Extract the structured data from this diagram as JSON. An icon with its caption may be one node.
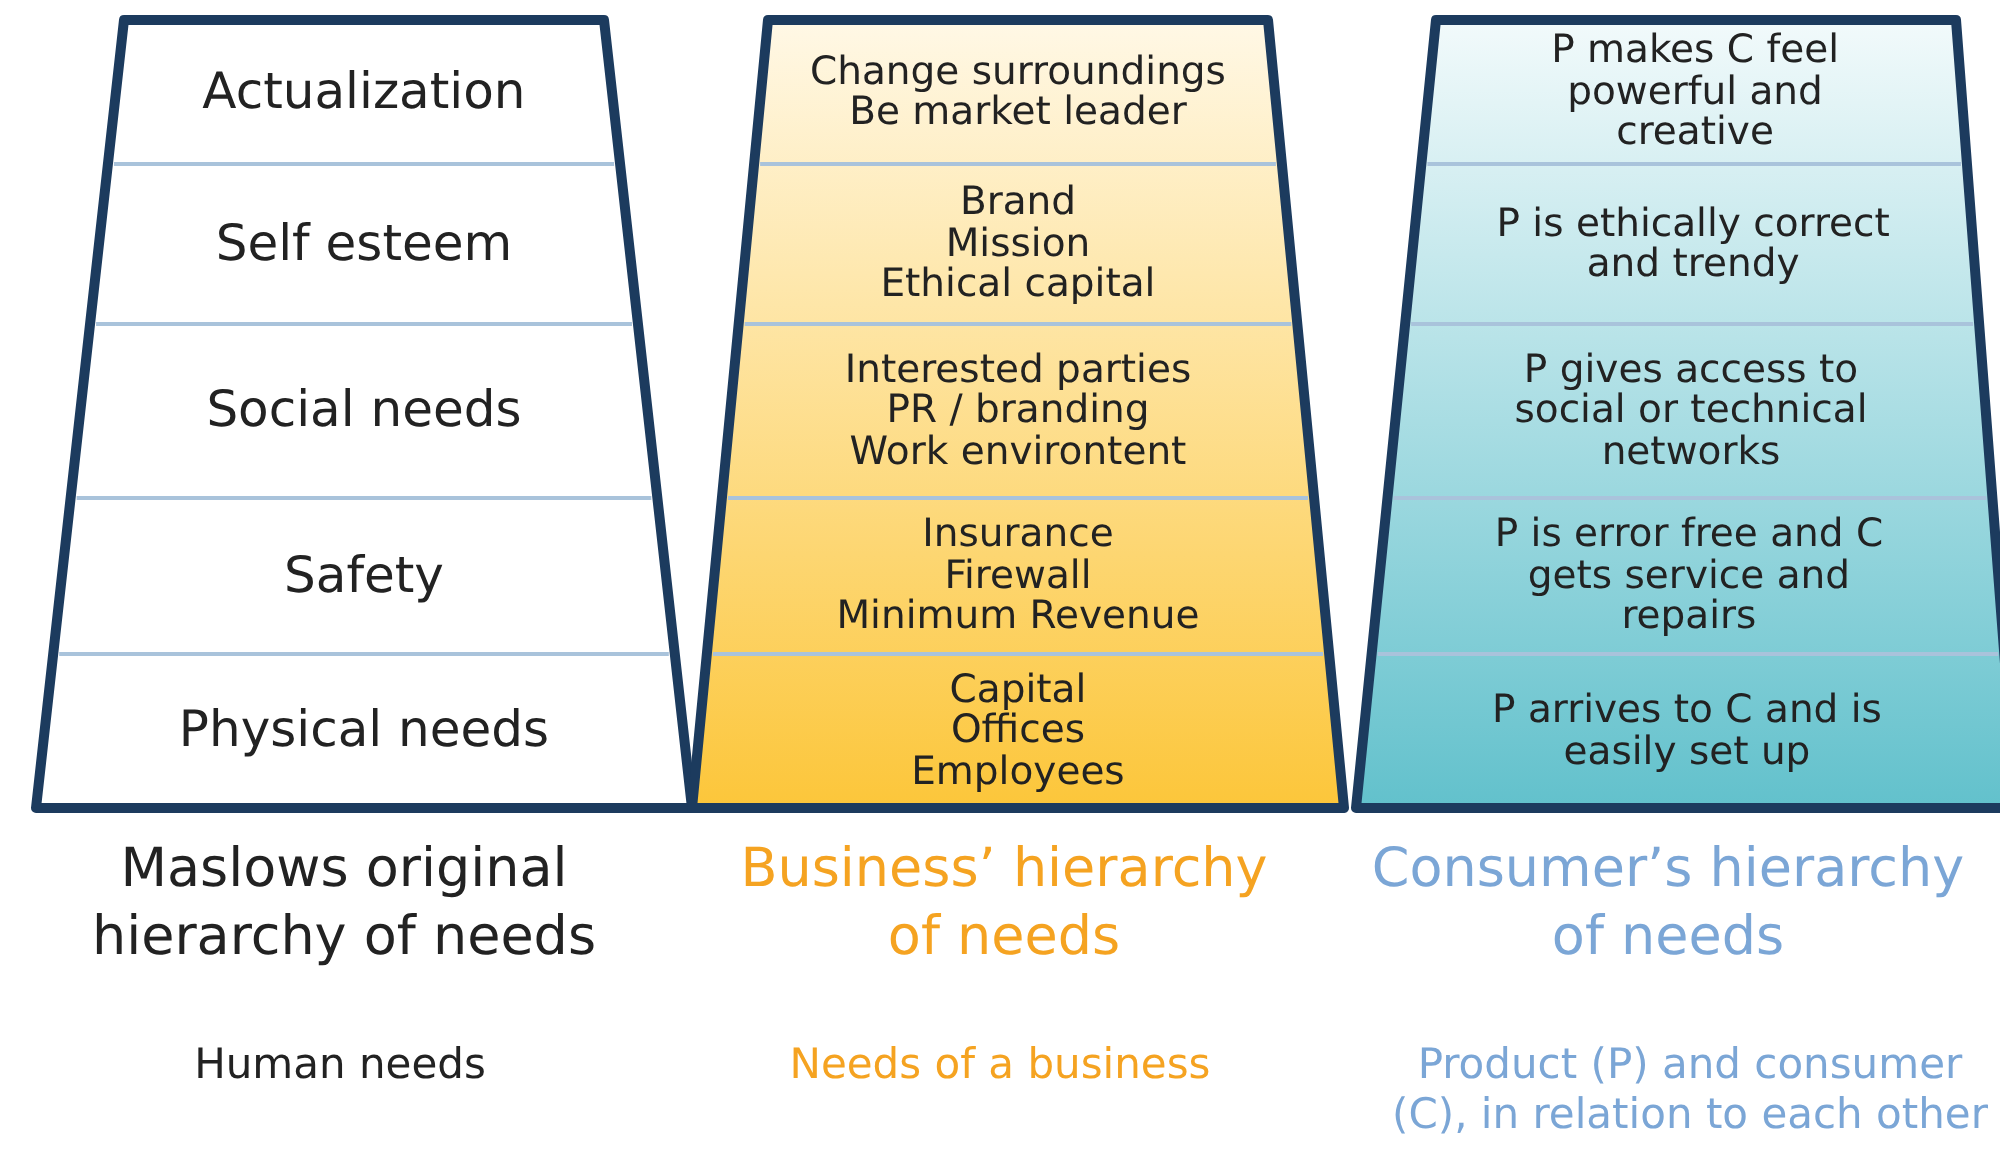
{
  "diagram": {
    "nodes": [
      {
        "text": [
          "Maslows original hierarchy of needs"
        ]
      },
      {
        "text": [
          "Actualization"
        ],
        "in": 0
      },
      {
        "text": [
          "Self esteem"
        ],
        "in": 0
      },
      {
        "text": [
          "Social needs"
        ],
        "in": 0
      },
      {
        "text": [
          "Safety"
        ],
        "in": 0
      },
      {
        "text": [
          "Physical needs"
        ],
        "in": 0
      },
      {
        "text": [
          "Business’ hierarchy of needs"
        ]
      },
      {
        "text": [
          "Change surroundings",
          "Be market leader"
        ],
        "in": 6
      },
      {
        "text": [
          "Brand",
          "Mission",
          "Ethical capital"
        ],
        "in": 6
      },
      {
        "text": [
          "Interested parties",
          "PR / branding",
          "Work environtent"
        ],
        "in": 6
      },
      {
        "text": [
          "Insurance",
          "Firewall",
          "Minimum Revenue"
        ],
        "in": 6
      },
      {
        "text": [
          "Capital",
          "Offices",
          "Employees"
        ],
        "in": 6
      },
      {
        "text": [
          "Consumer’s hierarchy of needs"
        ]
      },
      {
        "text": [
          "P makes C feel powerful and creative"
        ],
        "in": 12
      },
      {
        "text": [
          "P is ethically correct and trendy"
        ],
        "in": 12
      },
      {
        "text": [
          "P gives access to social or technical networks"
        ],
        "in": 12
      },
      {
        "text": [
          "P is error free and C gets service and repairs"
        ],
        "in": 12
      },
      {
        "text": [
          "P arrives to C and is easily set up"
        ],
        "in": 12
      }
    ],
    "edges": [],
    "labels": [
      "Human needs",
      "Needs of a business",
      "Product (P) and consumer (C), in relation to each other"
    ]
  }
}
